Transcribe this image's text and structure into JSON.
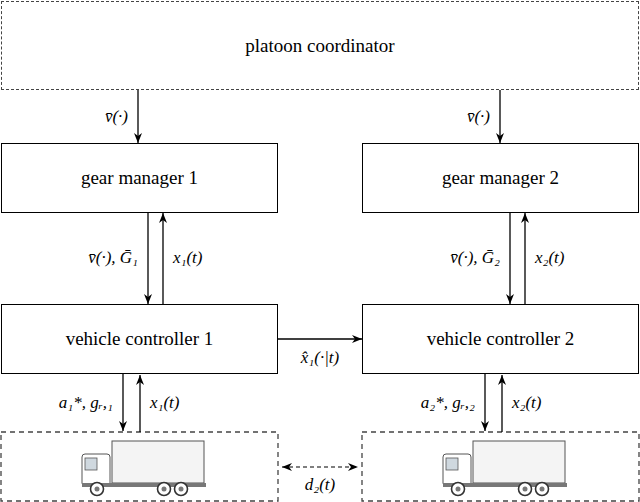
{
  "diagram": {
    "nodes": [
      {
        "text": [
          "platoon coordinator"
        ]
      },
      {
        "text": [
          "gear manager 1"
        ]
      },
      {
        "text": [
          "gear manager 2"
        ]
      },
      {
        "text": [
          "vehicle controller 1"
        ]
      },
      {
        "text": [
          "vehicle controller 2"
        ]
      }
    ],
    "edges": [
      {
        "from": 0,
        "to": 1,
        "arrow": "to",
        "label": "v̄(·)"
      },
      {
        "from": 0,
        "to": 2,
        "arrow": "to",
        "label": "v̄(·)"
      },
      {
        "from": 1,
        "to": 3,
        "arrow": "to",
        "label": "v̄(·), Ḡ₁"
      },
      {
        "from": 3,
        "to": 1,
        "arrow": "to",
        "label": "x₁(t)"
      },
      {
        "from": 2,
        "to": 4,
        "arrow": "to",
        "label": "v̄(·), Ḡ₂"
      },
      {
        "from": 4,
        "to": 2,
        "arrow": "to",
        "label": "x₂(t)"
      },
      {
        "from": 3,
        "to": 4,
        "arrow": "to",
        "label": "x̂₁(·|t)"
      }
    ],
    "labels": [
      "a₁*, gᵣ,₁",
      "x₁(t)",
      "a₂*, gᵣ,₂",
      "x₂(t)",
      "d₂(t)"
    ]
  }
}
